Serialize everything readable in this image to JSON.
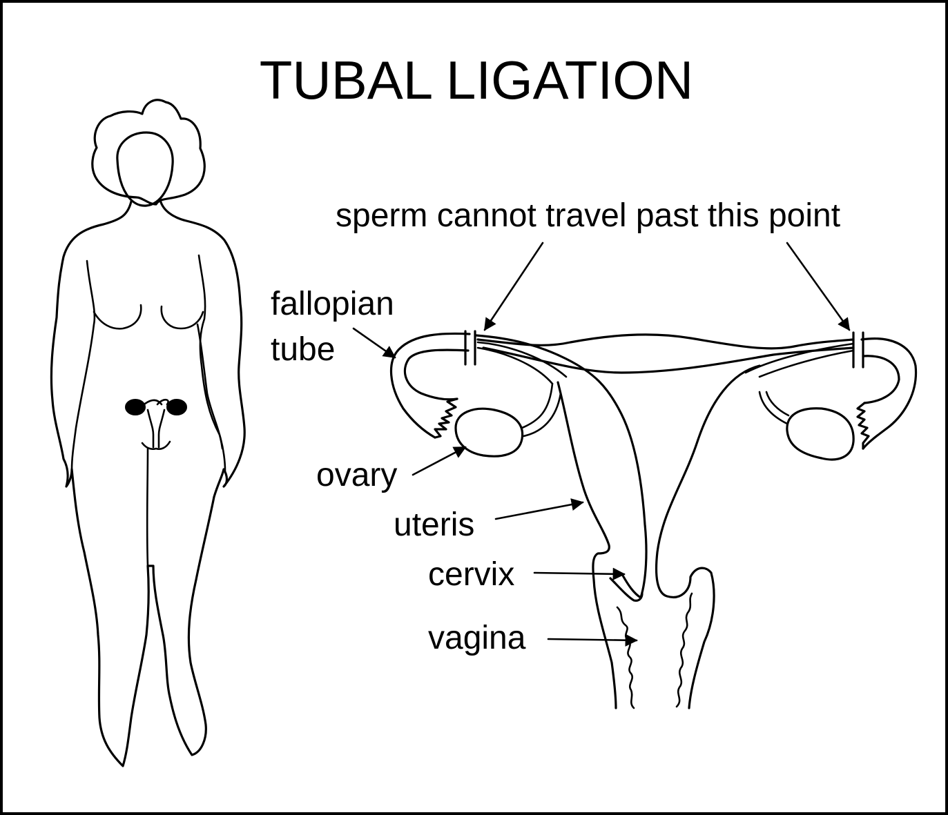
{
  "title": "TUBAL LIGATION",
  "labels": {
    "sperm_note": "sperm cannot travel past this point",
    "fallopian_line1": "fallopian",
    "fallopian_line2": "tube",
    "ovary": "ovary",
    "uterus": "uteris",
    "cervix": "cervix",
    "vagina": "vagina"
  },
  "colors": {
    "ink": "#000000",
    "background": "#ffffff"
  }
}
